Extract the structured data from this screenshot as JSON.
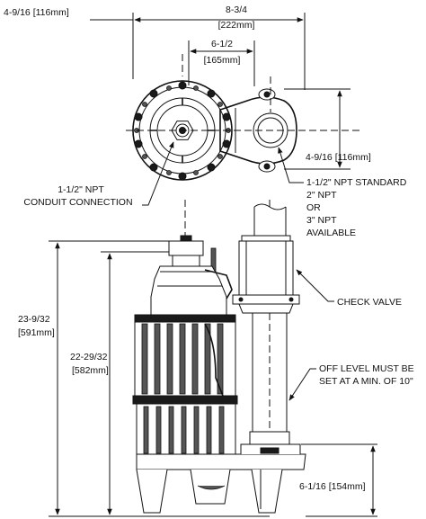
{
  "labels": {
    "top_width": "4-9/16 [116mm]",
    "overall_width_frac": "8-3/4",
    "overall_width_mm": "[222mm]",
    "center_offset_frac": "6-1/2",
    "center_offset_mm": "[165mm]",
    "side_width": "4-9/16 [116mm]",
    "conduit_line1": "1-1/2\" NPT",
    "conduit_line2": "CONDUIT CONNECTION",
    "npt_line1": "1-1/2\" NPT STANDARD",
    "npt_line2": "2\" NPT",
    "npt_line3": "OR",
    "npt_line4": "3\" NPT",
    "npt_line5": "AVAILABLE",
    "check_valve": "CHECK VALVE",
    "overall_height_frac": "23-9/32",
    "overall_height_mm": "[591mm]",
    "height_frac": "22-29/32",
    "height_mm": "[582mm]",
    "off_level_line1": "OFF LEVEL MUST BE",
    "off_level_line2": "SET AT A MIN. OF 10\"",
    "base_height": "6-1/16 [154mm]"
  }
}
